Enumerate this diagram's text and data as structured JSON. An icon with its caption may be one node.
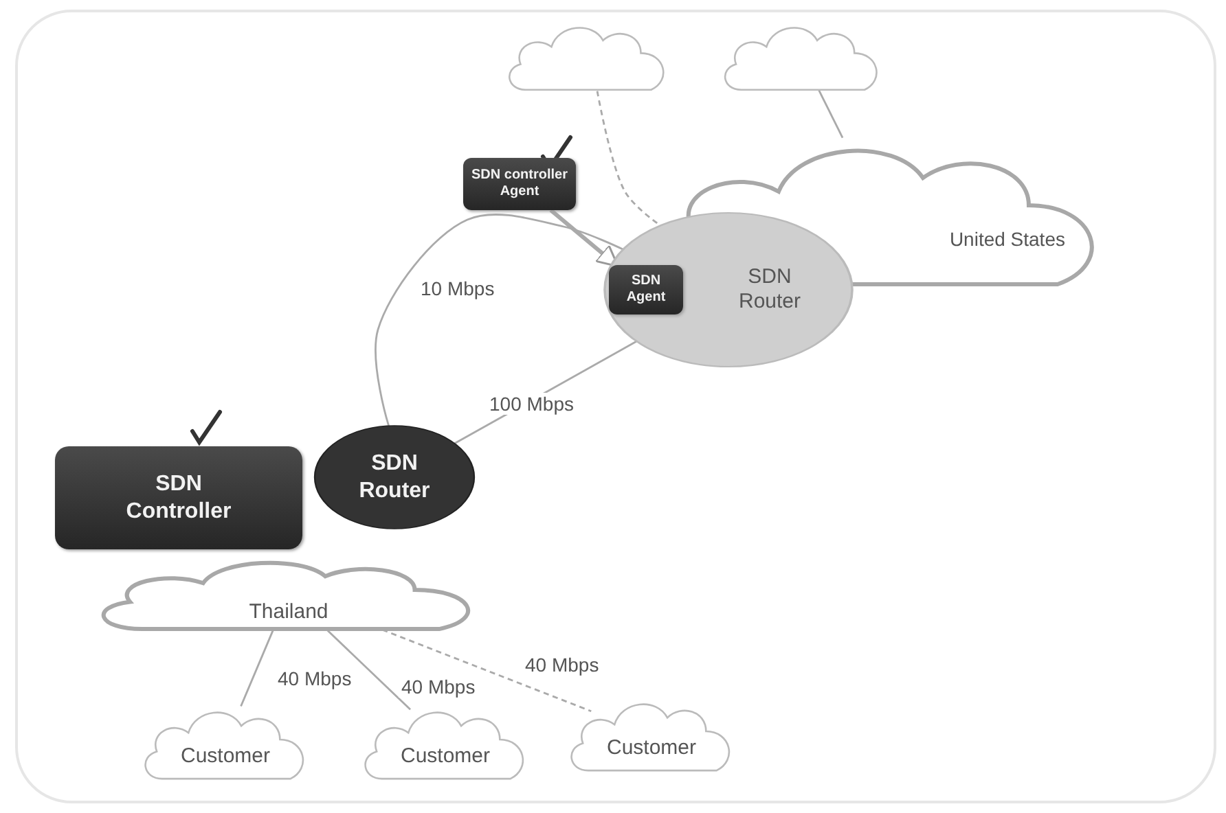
{
  "diagram": {
    "nodes": [
      {
        "text": [],
        "shape": "cloud"
      },
      {
        "text": [],
        "shape": "cloud"
      },
      {
        "text": [
          "SDN controller Agent"
        ]
      },
      {
        "text": [
          "United States"
        ]
      },
      {
        "text": [
          "SDN Router"
        ]
      },
      {
        "text": [
          "SDN Agent"
        ],
        "in": 4
      },
      {
        "text": [
          "Thailand"
        ]
      },
      {
        "text": [
          "SDN Controller"
        ]
      },
      {
        "text": [
          "SDN Router"
        ]
      },
      {
        "text": [
          "Customer"
        ]
      },
      {
        "text": [
          "Customer"
        ]
      },
      {
        "text": [
          "Customer"
        ]
      }
    ],
    "edges": [
      {
        "from": 0,
        "to": 4,
        "arrow": "none",
        "style": "dashed"
      },
      {
        "from": 1,
        "to": 3,
        "arrow": "none"
      },
      {
        "from": 2,
        "to": 5,
        "arrow": "to",
        "style": "thick"
      },
      {
        "from": 8,
        "to": 4,
        "label": "10 Mbps",
        "arrow": "none"
      },
      {
        "from": 8,
        "to": 4,
        "label": "100 Mbps",
        "arrow": "none"
      },
      {
        "from": 6,
        "to": 9,
        "label": "40 Mbps",
        "arrow": "none"
      },
      {
        "from": 6,
        "to": 10,
        "label": "40 Mbps",
        "arrow": "none"
      },
      {
        "from": 6,
        "to": 11,
        "label": "40 Mbps",
        "arrow": "none",
        "style": "dashed"
      }
    ]
  }
}
